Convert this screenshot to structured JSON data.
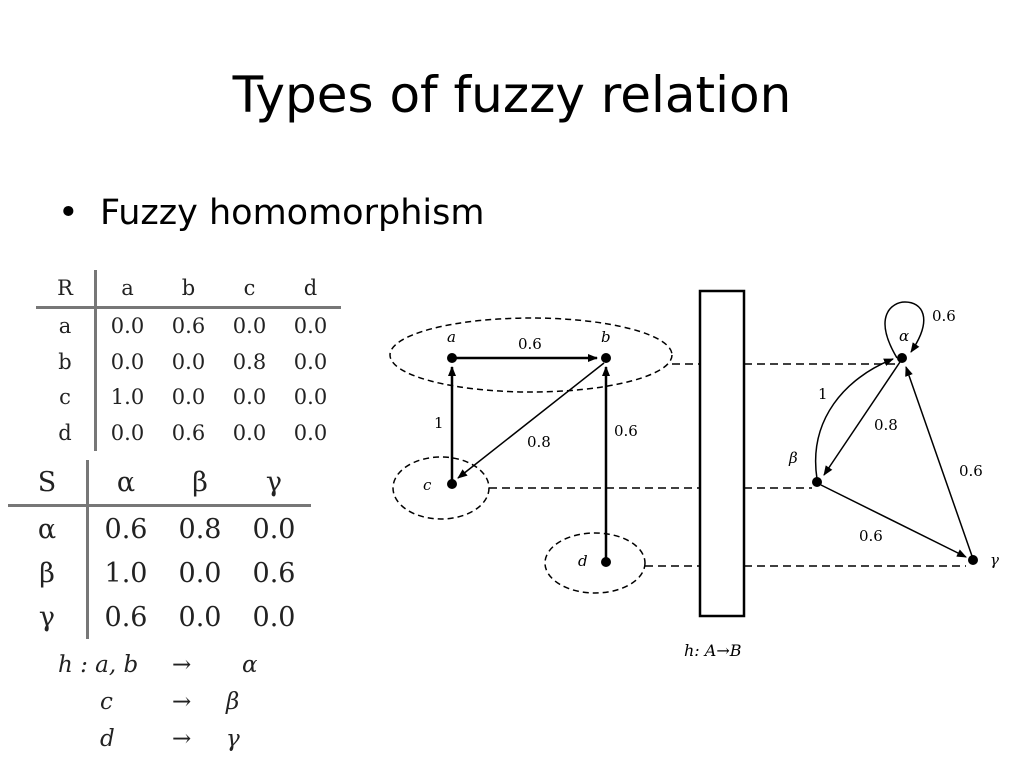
{
  "slide": {
    "title": "Types of fuzzy relation",
    "bullet": "Fuzzy homomorphism"
  },
  "table_R": {
    "corner": "R",
    "columns": [
      "a",
      "b",
      "c",
      "d"
    ],
    "rows": [
      {
        "label": "a",
        "values": [
          "0.0",
          "0.6",
          "0.0",
          "0.0"
        ]
      },
      {
        "label": "b",
        "values": [
          "0.0",
          "0.0",
          "0.8",
          "0.0"
        ]
      },
      {
        "label": "c",
        "values": [
          "1.0",
          "0.0",
          "0.0",
          "0.0"
        ]
      },
      {
        "label": "d",
        "values": [
          "0.0",
          "0.6",
          "0.0",
          "0.0"
        ]
      }
    ]
  },
  "table_S": {
    "corner": "S",
    "columns": [
      "α",
      "β",
      "γ"
    ],
    "rows": [
      {
        "label": "α",
        "values": [
          "0.6",
          "0.8",
          "0.0"
        ]
      },
      {
        "label": "β",
        "values": [
          "1.0",
          "0.0",
          "0.6"
        ]
      },
      {
        "label": "γ",
        "values": [
          "0.6",
          "0.0",
          "0.0"
        ]
      }
    ]
  },
  "mapping": [
    {
      "lhs": "h : a, b",
      "arrow": "→",
      "rhs": "α"
    },
    {
      "lhs": "c",
      "arrow": "→",
      "rhs": "β"
    },
    {
      "lhs": "d",
      "arrow": "→",
      "rhs": "γ"
    }
  ],
  "graph_A": {
    "nodes": [
      "a",
      "b",
      "c",
      "d"
    ],
    "edges": [
      {
        "from": "a",
        "to": "b",
        "label": "0.6"
      },
      {
        "from": "b",
        "to": "c",
        "label": "0.8"
      },
      {
        "from": "c",
        "to": "a",
        "label": "1"
      },
      {
        "from": "d",
        "to": "b",
        "label": "0.6"
      }
    ]
  },
  "graph_B": {
    "nodes": [
      "α",
      "β",
      "γ"
    ],
    "edges": [
      {
        "from": "α",
        "to": "α",
        "label": "0.6"
      },
      {
        "from": "β",
        "to": "α",
        "label": "1"
      },
      {
        "from": "α",
        "to": "β",
        "label": "0.8"
      },
      {
        "from": "β",
        "to": "γ",
        "label": "0.6"
      },
      {
        "from": "γ",
        "to": "α",
        "label": "0.6"
      }
    ]
  },
  "h_label": "h: A→B"
}
